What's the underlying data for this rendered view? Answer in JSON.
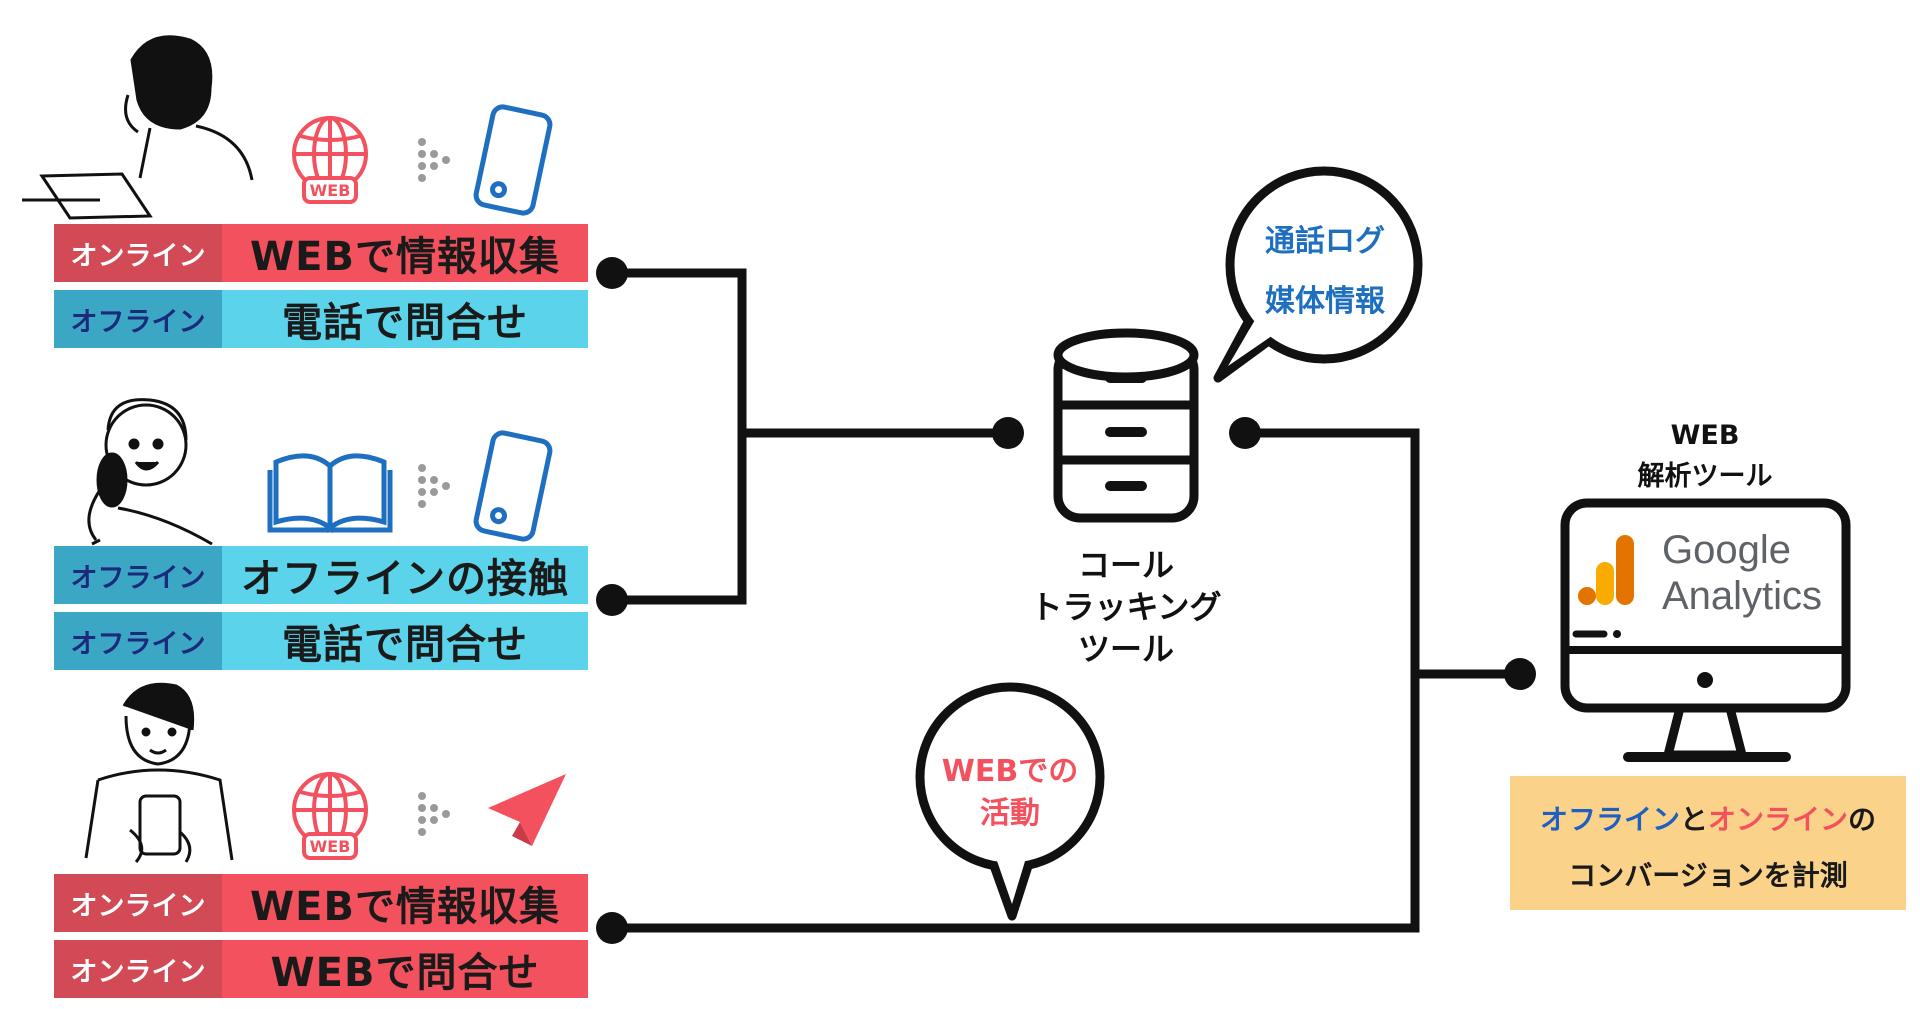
{
  "rows": [
    {
      "tag": "オンライン",
      "text": "WEBで情報収集",
      "kind": "online"
    },
    {
      "tag": "オフライン",
      "text": "電話で問合せ",
      "kind": "offline"
    },
    {
      "tag": "オフライン",
      "text": "オフラインの接触",
      "kind": "offline"
    },
    {
      "tag": "オフライン",
      "text": "電話で問合せ",
      "kind": "offline"
    },
    {
      "tag": "オンライン",
      "text": "WEBで情報収集",
      "kind": "online"
    },
    {
      "tag": "オンライン",
      "text": "WEBで問合せ",
      "kind": "online"
    }
  ],
  "icons": {
    "web_badge": "WEB"
  },
  "tool": {
    "line1": "コール",
    "line2": "トラッキング",
    "line3": "ツール"
  },
  "bubble_top": {
    "line1": "通話ログ",
    "line2": "媒体情報"
  },
  "bubble_bottom": {
    "line1": "WEBでの",
    "line2": "活動"
  },
  "analytics": {
    "label_line1": "WEB",
    "label_line2": "解析ツール",
    "brand_line1": "Google",
    "brand_line2": "Analytics"
  },
  "result": {
    "offline": "オフライン",
    "and": "と",
    "online": "オンライン",
    "no": "の",
    "line2": "コンバージョンを計測"
  },
  "colors": {
    "online_tag": "#d24a55",
    "online_bar": "#f2515d",
    "offline_tag": "#3ba7c4",
    "offline_bar": "#5bd3ea",
    "icon_blue": "#1f6fc0",
    "icon_red": "#f2515d",
    "result_bg": "#fbd28a"
  }
}
